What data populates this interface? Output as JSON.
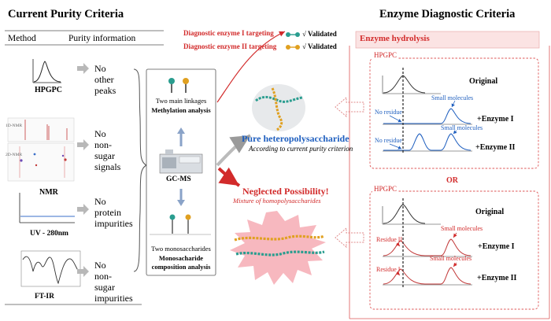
{
  "left": {
    "title": "Current Purity Criteria",
    "col_method": "Method",
    "col_info": "Purity information",
    "methods": [
      {
        "name": "HPGPC",
        "info": [
          "No",
          "other",
          "peaks"
        ]
      },
      {
        "name": "NMR",
        "info": [
          "No",
          "non-",
          "sugar",
          "signals"
        ]
      },
      {
        "name": "UV - 280nm",
        "info": [
          "No",
          "protein",
          "impurities"
        ]
      },
      {
        "name": "FT-IR",
        "info": [
          "No",
          "non-",
          "sugar",
          "impurities"
        ]
      }
    ],
    "nmr_1d_label": "1D-NMR",
    "nmr_2d_label": "2D-NMR"
  },
  "middle": {
    "linkages_label": "Two main linkages",
    "methylation": "Methylation analysis",
    "gcms": "GC-MS",
    "monosaccharides_label": "Two monosaccharides",
    "mono_comp": [
      "Monosacharide",
      "composition analysis"
    ]
  },
  "center": {
    "diag1": "Diagnostic enzyme I targeting",
    "diag2": "Diagnostic enzyme II targeting",
    "validated": "√ Validated",
    "pure_title": "Pure heteropolysaccharide",
    "pure_sub": "According to current purity criterion",
    "neglected_title": "Neglected Possibility!",
    "neglected_sub": "Mixture of homopolysaccharides"
  },
  "right": {
    "title": "Enzyme Diagnostic Criteria",
    "hydrolysis": "Enzyme hydrolysis",
    "hpgpc": "HPGPC",
    "or": "OR",
    "top": {
      "original": "Original",
      "enzyme1": "+Enzyme I",
      "enzyme2": "+Enzyme II",
      "no_residue": "No residue",
      "small_molecules": "Small molecules"
    },
    "bottom": {
      "original": "Original",
      "enzyme1": "+Enzyme I",
      "enzyme2": "+Enzyme II",
      "residue2": "Residue II",
      "residue1": "Residue I",
      "small_molecules": "Small molecules"
    }
  },
  "colors": {
    "red": "#d22b2b",
    "blue": "#1f5fbf",
    "teal": "#2a9d8f",
    "orange": "#e0a020",
    "pink_star": "#f7b8bf",
    "gray_arrow": "#b0b0b0"
  }
}
